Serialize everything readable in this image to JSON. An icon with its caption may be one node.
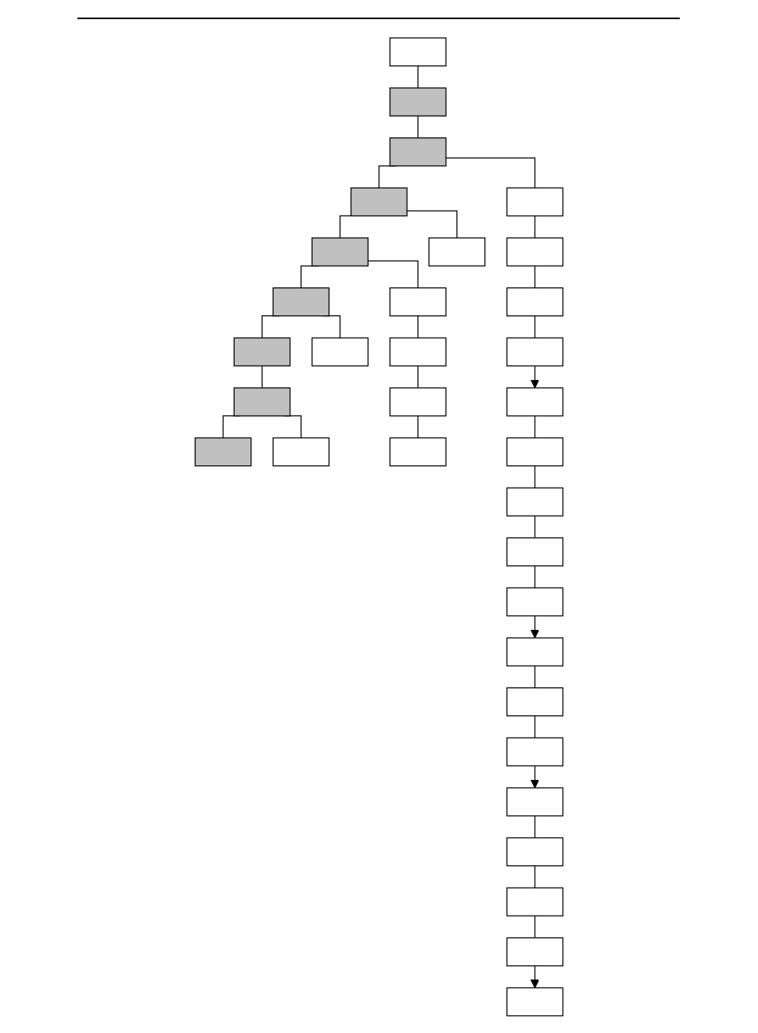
{
  "diagram": {
    "nodes": [
      {
        "text": [],
        "shape": "box"
      },
      {
        "text": [],
        "shape": "box"
      },
      {
        "text": [],
        "shape": "box"
      },
      {
        "text": [],
        "shape": "box"
      },
      {
        "text": [],
        "shape": "box"
      },
      {
        "text": [],
        "shape": "box"
      },
      {
        "text": [],
        "shape": "box"
      },
      {
        "text": [],
        "shape": "box"
      },
      {
        "text": [],
        "shape": "box"
      },
      {
        "text": [],
        "shape": "box"
      },
      {
        "text": [],
        "shape": "box"
      },
      {
        "text": [],
        "shape": "box"
      },
      {
        "text": [],
        "shape": "box"
      },
      {
        "text": [],
        "shape": "box"
      },
      {
        "text": [],
        "shape": "box"
      },
      {
        "text": [],
        "shape": "box"
      },
      {
        "text": [],
        "shape": "box"
      },
      {
        "text": [],
        "shape": "box"
      },
      {
        "text": [],
        "shape": "box"
      },
      {
        "text": [],
        "shape": "box"
      },
      {
        "text": [],
        "shape": "box"
      },
      {
        "text": [],
        "shape": "box"
      },
      {
        "text": [],
        "shape": "box"
      },
      {
        "text": [],
        "shape": "box"
      },
      {
        "text": [],
        "shape": "box"
      },
      {
        "text": [],
        "shape": "box"
      },
      {
        "text": [],
        "shape": "box"
      },
      {
        "text": [],
        "shape": "box"
      },
      {
        "text": [],
        "shape": "box"
      },
      {
        "text": [],
        "shape": "box"
      },
      {
        "text": [],
        "shape": "box"
      },
      {
        "text": [],
        "shape": "box"
      },
      {
        "text": [],
        "shape": "box"
      }
    ],
    "edges": [
      {
        "from": 0,
        "to": 1,
        "arrow": "none"
      },
      {
        "from": 1,
        "to": 2,
        "arrow": "none"
      },
      {
        "from": 2,
        "to": 3,
        "arrow": "none"
      },
      {
        "from": 3,
        "to": 4,
        "arrow": "none"
      },
      {
        "from": 4,
        "to": 5,
        "arrow": "none"
      },
      {
        "from": 5,
        "to": 6,
        "arrow": "none"
      },
      {
        "from": 6,
        "to": 7,
        "arrow": "none"
      },
      {
        "from": 7,
        "to": 8,
        "arrow": "none"
      },
      {
        "from": 5,
        "to": 9,
        "arrow": "none"
      },
      {
        "from": 7,
        "to": 10,
        "arrow": "none"
      },
      {
        "from": 4,
        "to": 11,
        "arrow": "none"
      },
      {
        "from": 11,
        "to": 12,
        "arrow": "none"
      },
      {
        "from": 12,
        "to": 13,
        "arrow": "none"
      },
      {
        "from": 13,
        "to": 14,
        "arrow": "none"
      },
      {
        "from": 3,
        "to": 15,
        "arrow": "none"
      },
      {
        "from": 2,
        "to": 16,
        "arrow": "none"
      },
      {
        "from": 16,
        "to": 17,
        "arrow": "none"
      },
      {
        "from": 17,
        "to": 18,
        "arrow": "none"
      },
      {
        "from": 18,
        "to": 19,
        "arrow": "none"
      },
      {
        "from": 19,
        "to": 20,
        "arrow": "to"
      },
      {
        "from": 20,
        "to": 21,
        "arrow": "none"
      },
      {
        "from": 21,
        "to": 22,
        "arrow": "none"
      },
      {
        "from": 22,
        "to": 23,
        "arrow": "none"
      },
      {
        "from": 23,
        "to": 24,
        "arrow": "none"
      },
      {
        "from": 24,
        "to": 25,
        "arrow": "to"
      },
      {
        "from": 25,
        "to": 26,
        "arrow": "none"
      },
      {
        "from": 26,
        "to": 27,
        "arrow": "none"
      },
      {
        "from": 27,
        "to": 28,
        "arrow": "to"
      },
      {
        "from": 28,
        "to": 29,
        "arrow": "none"
      },
      {
        "from": 29,
        "to": 30,
        "arrow": "none"
      },
      {
        "from": 30,
        "to": 31,
        "arrow": "none"
      },
      {
        "from": 31,
        "to": 32,
        "arrow": "to"
      }
    ]
  }
}
